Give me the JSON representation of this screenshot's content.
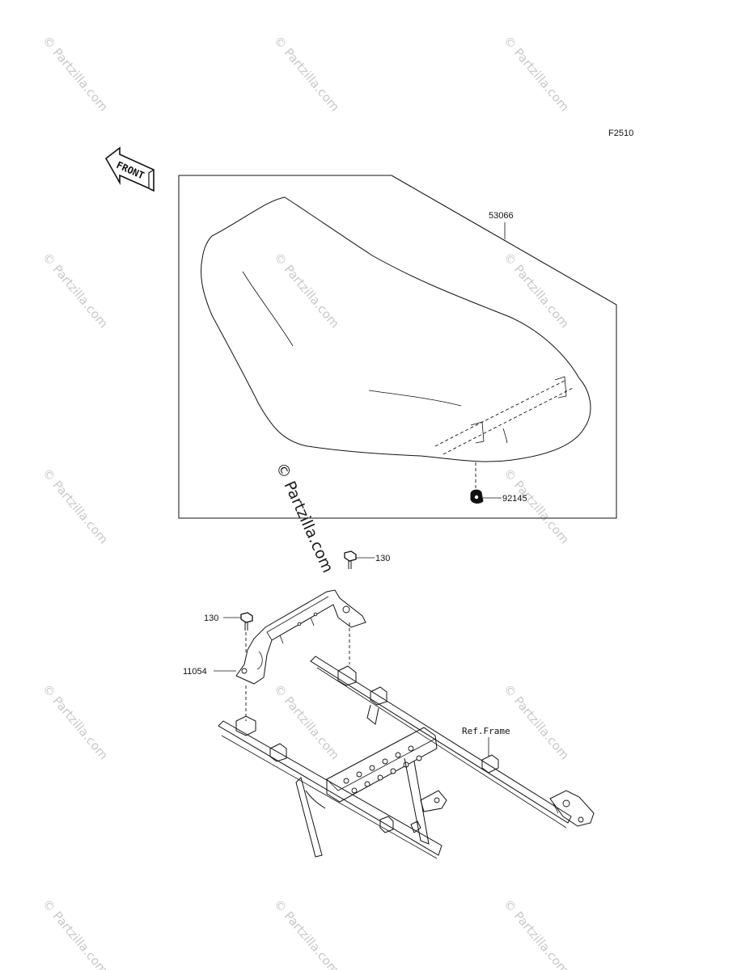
{
  "diagram": {
    "figure_code": "F2510",
    "front_arrow_label": "FRONT",
    "callouts": {
      "seat": "53066",
      "clip": "92145",
      "bolt_top": "130",
      "bolt_left": "130",
      "bracket": "11054",
      "frame_ref": "Ref.Frame"
    },
    "watermark_text": "© Partzilla.com"
  }
}
